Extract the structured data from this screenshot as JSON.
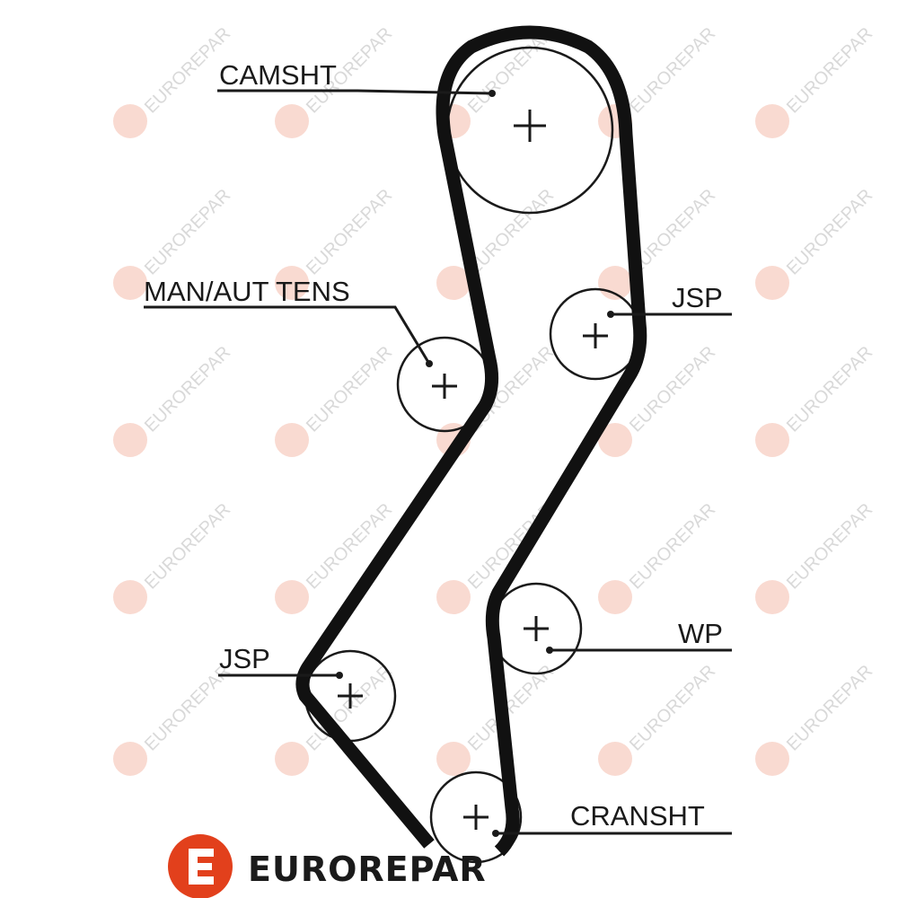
{
  "diagram": {
    "labels": {
      "camshaft": "CAMSHT",
      "tensioner": "MAN/AUT TENS",
      "idler_right": "JSP",
      "water_pump": "WP",
      "idler_left": "JSP",
      "crankshaft": "CRANSHT"
    }
  },
  "brand": {
    "name": "EUROREPAR",
    "watermark": "EUROREPAR",
    "color": "#e2401c",
    "watermark_color": "#f6cbbd"
  }
}
